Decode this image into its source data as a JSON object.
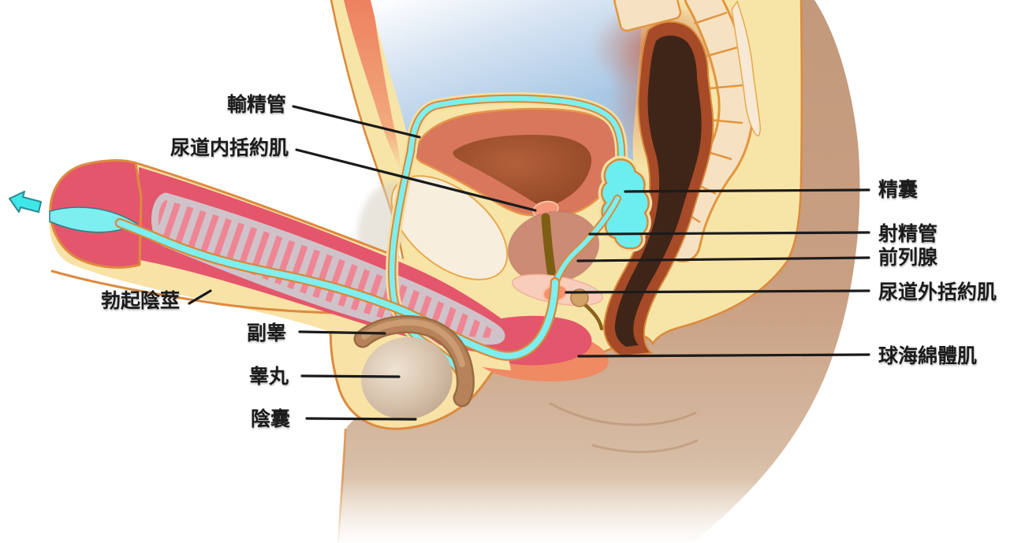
{
  "labels": {
    "vas_deferens": "輸精管",
    "internal_urethral_sphincter": "尿道内括約肌",
    "erect_penis": "勃起陰莖",
    "epididymis": "副睾",
    "testis": "睾丸",
    "scrotum": "陰囊",
    "seminal_vesicle": "精囊",
    "ejaculatory_duct": "射精管",
    "prostate": "前列腺",
    "external_urethral_sphincter": "尿道外括約肌",
    "bulbospongiosus_muscle": "球海綿體肌"
  },
  "icons": {
    "direction_arrow": "cyan-arrow-pointing-up-left-out-of-urethra"
  },
  "colors": {
    "background": "#ffffff",
    "body_fat_cream": "#f7e5a8",
    "outline_orange": "#dd8a3e",
    "skin_tan": "#c9a083",
    "peritoneal_blue": "#a9c8e6",
    "erectile_red": "#e4566b",
    "bladder_wall": "#d8775c",
    "bladder_lumen": "#8c4123",
    "prostate": "#cc8b75",
    "urethra_cyan": "#7deff1",
    "rectum_wall": "#a64a28",
    "rectum_lumen": "#3f2518",
    "bone_cream": "#f7eedd",
    "sacrum_band": "#f6e2c2",
    "testis_beige": "#d2bda9",
    "epididymis_brown": "#b5825a",
    "sphincter_coral": "#f5977b",
    "muscle_salmon": "#ef8a62",
    "perineal_pink": "#f8cdbb",
    "striation_pink": "#ef8594",
    "corpus_gray": "#cfc3c9",
    "label_text": "#1c1c1c",
    "leader_line": "#1b1b1b"
  }
}
